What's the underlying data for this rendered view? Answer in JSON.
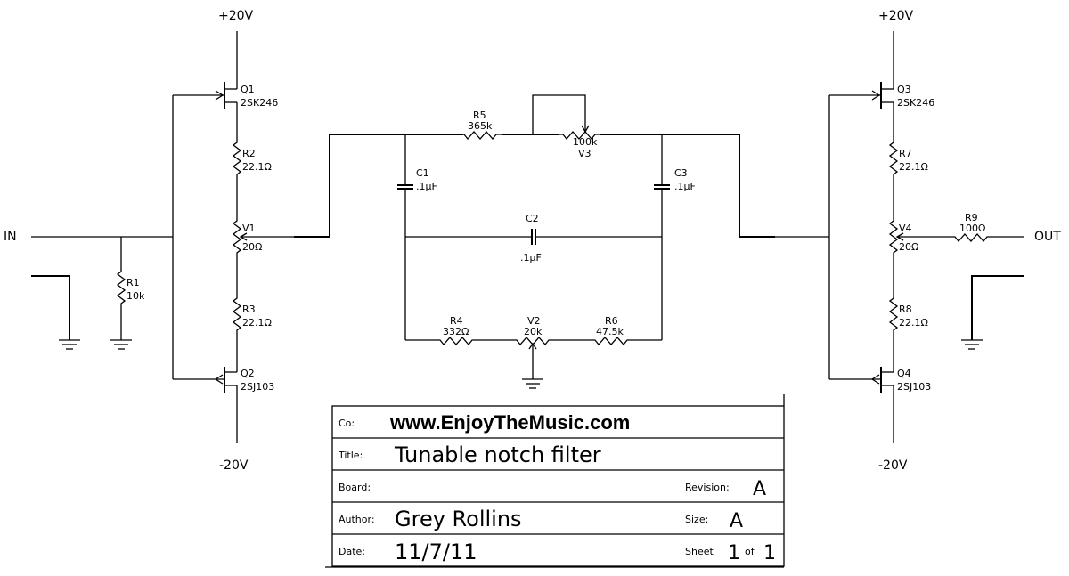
{
  "rails": {
    "left_pos": "+20V",
    "left_neg": "-20V",
    "right_pos": "+20V",
    "right_neg": "-20V"
  },
  "io": {
    "input": "IN",
    "output": "OUT"
  },
  "components": {
    "Q1": {
      "ref": "Q1",
      "value": "2SK246"
    },
    "Q2": {
      "ref": "Q2",
      "value": "2SJ103"
    },
    "Q3": {
      "ref": "Q3",
      "value": "2SK246"
    },
    "Q4": {
      "ref": "Q4",
      "value": "2SJ103"
    },
    "R1": {
      "ref": "R1",
      "value": "10k"
    },
    "R2": {
      "ref": "R2",
      "value": "22.1Ω"
    },
    "R3": {
      "ref": "R3",
      "value": "22.1Ω"
    },
    "R4": {
      "ref": "R4",
      "value": "332Ω"
    },
    "R5": {
      "ref": "R5",
      "value": "365k"
    },
    "R6": {
      "ref": "R6",
      "value": "47.5k"
    },
    "R7": {
      "ref": "R7",
      "value": "22.1Ω"
    },
    "R8": {
      "ref": "R8",
      "value": "22.1Ω"
    },
    "R9": {
      "ref": "R9",
      "value": "100Ω"
    },
    "V1": {
      "ref": "V1",
      "value": "20Ω"
    },
    "V2": {
      "ref": "V2",
      "value": "20k"
    },
    "V3": {
      "ref": "V3",
      "value": "100k"
    },
    "V4": {
      "ref": "V4",
      "value": "20Ω"
    },
    "C1": {
      "ref": "C1",
      "value": ".1μF"
    },
    "C2": {
      "ref": "C2",
      "value": ".1μF"
    },
    "C3": {
      "ref": "C3",
      "value": ".1μF"
    }
  },
  "title_block": {
    "co_label": "Co:",
    "co_value": "www.EnjoyTheMusic.com",
    "title_label": "Title:",
    "title_value": "Tunable notch filter",
    "board_label": "Board:",
    "board_value": "",
    "revision_label": "Revision:",
    "revision_value": "A",
    "author_label": "Author:",
    "author_value": "Grey Rollins",
    "size_label": "Size:",
    "size_value": "A",
    "date_label": "Date:",
    "date_value": "11/7/11",
    "sheet_label": "Sheet",
    "sheet_number": "1",
    "sheet_of_label": "of",
    "sheet_total": "1"
  }
}
